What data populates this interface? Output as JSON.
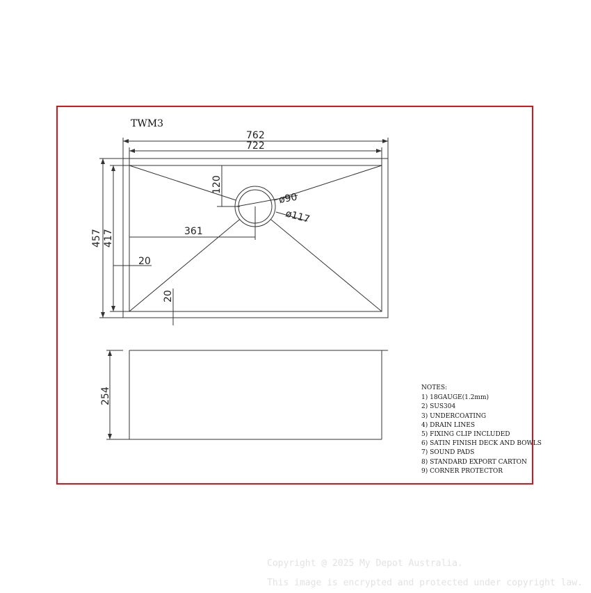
{
  "title": "TWM3",
  "dimensions": {
    "outer_width": "762",
    "inner_width": "722",
    "outer_depth": "457",
    "inner_depth": "417",
    "drain_from_top": "120",
    "drain_from_left": "361",
    "drain_diameter_inner": "ø90",
    "drain_diameter_outer": "ø117",
    "left_rim": "20",
    "bottom_rim": "20",
    "bowl_height": "254"
  },
  "notes": {
    "title": "NOTES:",
    "items": [
      "1) 18GAUGE(1.2mm)",
      "2) SUS304",
      "3) UNDERCOATING",
      "4) DRAIN LINES",
      "5) FIXING CLIP INCLUDED",
      "6) SATIN FINISH DECK AND BOWLS",
      "7) SOUND PADS",
      "8) STANDARD EXPORT CARTON",
      "9) CORNER PROTECTOR"
    ]
  },
  "copyright": {
    "line1": "Copyright @ 2025 My Depot Australia.",
    "line2": "This image is encrypted and protected under copyright law."
  },
  "colors": {
    "frame": "#d9141b",
    "line": "#333333"
  }
}
